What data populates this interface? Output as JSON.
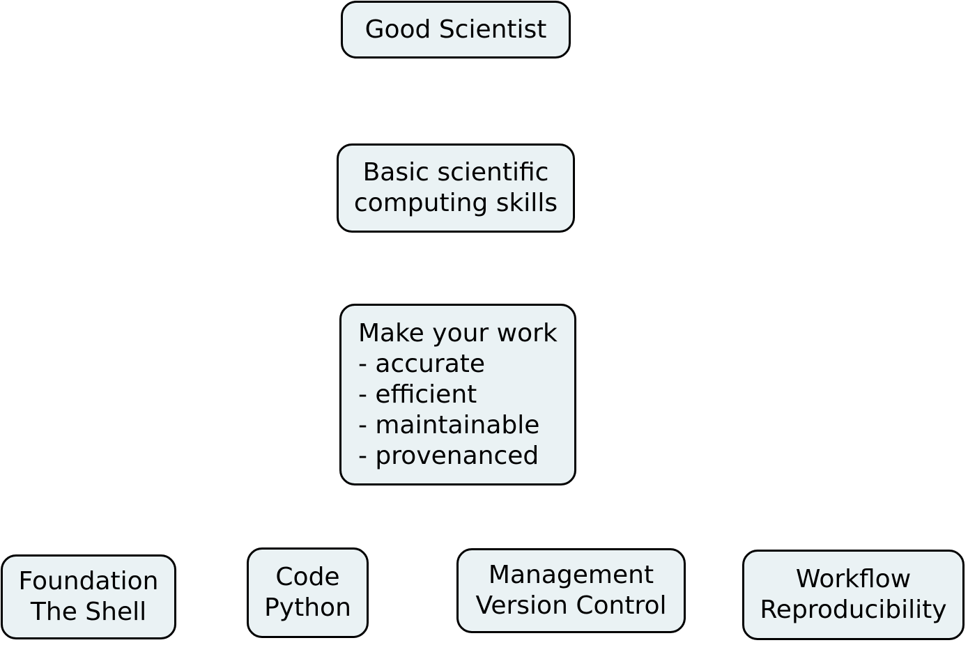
{
  "colors": {
    "node_fill": "#eaf2f4",
    "node_border": "#000000",
    "text": "#000000",
    "background": "#ffffff"
  },
  "nodes": {
    "good_scientist": {
      "lines": [
        "Good Scientist"
      ]
    },
    "basic_skills": {
      "lines": [
        "Basic scientific",
        "computing skills"
      ]
    },
    "make_work": {
      "lines": [
        "Make your work",
        "- accurate",
        "- efficient",
        "- maintainable",
        "- provenanced"
      ]
    },
    "foundation": {
      "lines": [
        "Foundation",
        "The Shell"
      ]
    },
    "code": {
      "lines": [
        "Code",
        "Python"
      ]
    },
    "management": {
      "lines": [
        "Management",
        "Version Control"
      ]
    },
    "workflow": {
      "lines": [
        "Workflow",
        "Reproducibility"
      ]
    }
  }
}
